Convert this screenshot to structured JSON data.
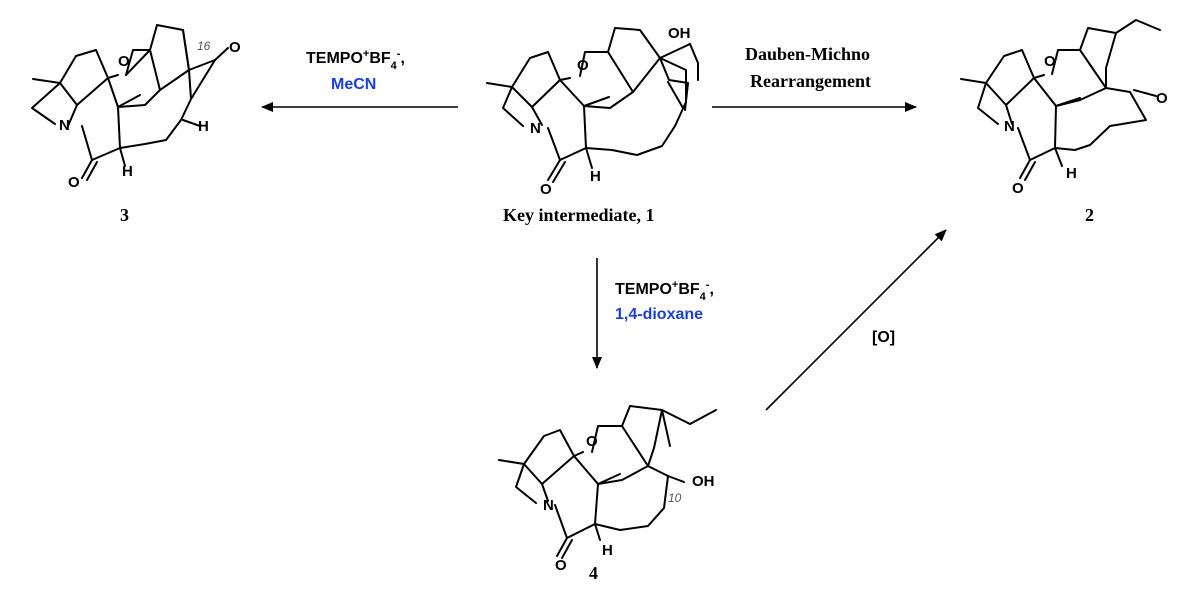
{
  "labels": {
    "compound_1": "Key intermediate, 1",
    "compound_2": "2",
    "compound_3": "3",
    "compound_4": "4"
  },
  "reagents": {
    "to_3": {
      "main": "TEMPO",
      "sup1": "+",
      "mid": "BF",
      "sub": "4",
      "sup2": "-",
      "tail": ",",
      "solvent": "MeCN"
    },
    "to_2": {
      "line1": "Dauben-Michno",
      "line2": "Rearrangement"
    },
    "to_4": {
      "main": "TEMPO",
      "sup1": "+",
      "mid": "BF",
      "sub": "4",
      "sup2": "-",
      "tail": ",",
      "solvent": "1,4-dioxane"
    },
    "to_2_from_4": "[O]"
  },
  "atoms": {
    "O": "O",
    "N": "N",
    "H": "H",
    "OH": "OH",
    "loc16": "16",
    "loc10": "10"
  },
  "colors": {
    "solvent": "#1a3fd6"
  }
}
